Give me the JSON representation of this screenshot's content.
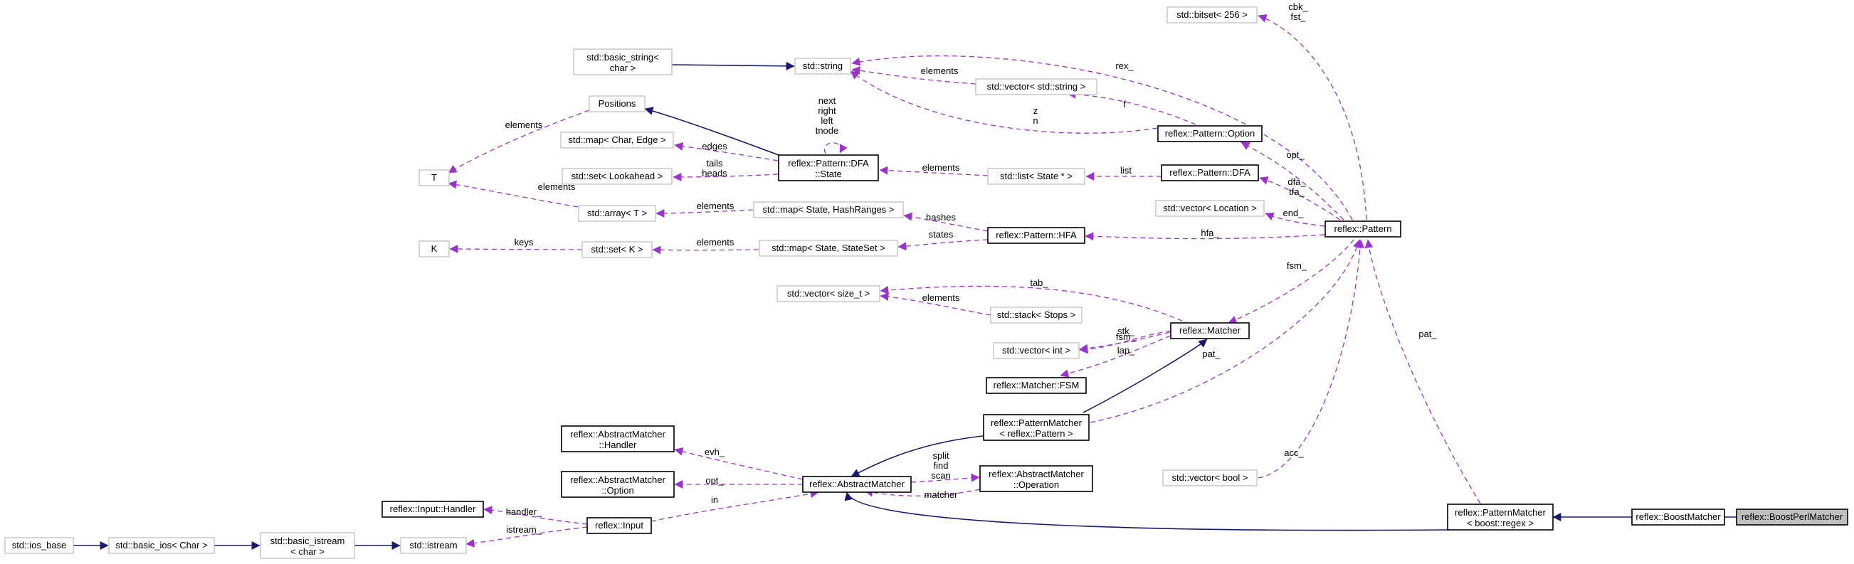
{
  "diagram": {
    "title": "",
    "nodes": [
      {
        "id": "boost_perl_matcher",
        "lines": [
          "reflex::BoostPerlMatcher"
        ],
        "style": "focus"
      },
      {
        "id": "boost_matcher",
        "lines": [
          "reflex::BoostMatcher"
        ],
        "style": "strong"
      },
      {
        "id": "pattern_matcher_regex",
        "lines": [
          "reflex::PatternMatcher",
          "< boost::regex >"
        ],
        "style": "strong"
      },
      {
        "id": "abstract_matcher",
        "lines": [
          "reflex::AbstractMatcher"
        ],
        "style": "strong"
      },
      {
        "id": "pattern_matcher_pattern",
        "lines": [
          "reflex::PatternMatcher",
          "< reflex::Pattern >"
        ],
        "style": "strong"
      },
      {
        "id": "matcher",
        "lines": [
          "reflex::Matcher"
        ],
        "style": "strong"
      },
      {
        "id": "matcher_fsm",
        "lines": [
          "reflex::Matcher::FSM"
        ],
        "style": "strong"
      },
      {
        "id": "pattern",
        "lines": [
          "reflex::Pattern"
        ],
        "style": "strong"
      },
      {
        "id": "pattern_option",
        "lines": [
          "reflex::Pattern::Option"
        ],
        "style": "strong"
      },
      {
        "id": "pattern_dfa",
        "lines": [
          "reflex::Pattern::DFA"
        ],
        "style": "strong"
      },
      {
        "id": "pattern_hfa",
        "lines": [
          "reflex::Pattern::HFA"
        ],
        "style": "strong"
      },
      {
        "id": "dfa_state",
        "lines": [
          "reflex::Pattern::DFA",
          "::State"
        ],
        "style": "strong"
      },
      {
        "id": "am_handler",
        "lines": [
          "reflex::AbstractMatcher",
          "::Handler"
        ],
        "style": "strong"
      },
      {
        "id": "am_option",
        "lines": [
          "reflex::AbstractMatcher",
          "::Option"
        ],
        "style": "strong"
      },
      {
        "id": "am_operation",
        "lines": [
          "reflex::AbstractMatcher",
          "::Operation"
        ],
        "style": "strong"
      },
      {
        "id": "input",
        "lines": [
          "reflex::Input"
        ],
        "style": "strong"
      },
      {
        "id": "input_handler",
        "lines": [
          "reflex::Input::Handler"
        ],
        "style": "strong"
      },
      {
        "id": "ios_base",
        "lines": [
          "std::ios_base"
        ],
        "style": "weak"
      },
      {
        "id": "basic_ios",
        "lines": [
          "std::basic_ios< Char >"
        ],
        "style": "weak"
      },
      {
        "id": "basic_istream",
        "lines": [
          "std::basic_istream",
          "< char >"
        ],
        "style": "weak"
      },
      {
        "id": "istream",
        "lines": [
          "std::istream"
        ],
        "style": "weak"
      },
      {
        "id": "basic_string",
        "lines": [
          "std::basic_string<",
          "char >"
        ],
        "style": "weak"
      },
      {
        "id": "string",
        "lines": [
          "std::string"
        ],
        "style": "weak"
      },
      {
        "id": "bitset",
        "lines": [
          "std::bitset< 256 >"
        ],
        "style": "weak"
      },
      {
        "id": "vector_string",
        "lines": [
          "std::vector< std::string >"
        ],
        "style": "weak"
      },
      {
        "id": "list_state",
        "lines": [
          "std::list< State * >"
        ],
        "style": "weak"
      },
      {
        "id": "vector_location",
        "lines": [
          "std::vector< Location >"
        ],
        "style": "weak"
      },
      {
        "id": "map_hashranges",
        "lines": [
          "std::map< State, HashRanges >"
        ],
        "style": "weak"
      },
      {
        "id": "map_stateset",
        "lines": [
          "std::map< State, StateSet >"
        ],
        "style": "weak"
      },
      {
        "id": "positions",
        "lines": [
          "Positions"
        ],
        "style": "weak"
      },
      {
        "id": "map_char_edge",
        "lines": [
          "std::map< Char, Edge >"
        ],
        "style": "weak"
      },
      {
        "id": "set_lookahead",
        "lines": [
          "std::set< Lookahead >"
        ],
        "style": "weak"
      },
      {
        "id": "T",
        "lines": [
          "T"
        ],
        "style": "weak"
      },
      {
        "id": "array_T",
        "lines": [
          "std::array< T >"
        ],
        "style": "weak"
      },
      {
        "id": "K",
        "lines": [
          "K"
        ],
        "style": "weak"
      },
      {
        "id": "set_K",
        "lines": [
          "std::set< K >"
        ],
        "style": "weak"
      },
      {
        "id": "vector_size_t",
        "lines": [
          "std::vector< size_t >"
        ],
        "style": "weak"
      },
      {
        "id": "stack_stops",
        "lines": [
          "std::stack< Stops >"
        ],
        "style": "weak"
      },
      {
        "id": "vector_int",
        "lines": [
          "std::vector< int >"
        ],
        "style": "weak"
      },
      {
        "id": "vector_bool",
        "lines": [
          "std::vector< bool >"
        ],
        "style": "weak"
      }
    ],
    "edges": [
      {
        "from": "boost_matcher",
        "to": "boost_perl_matcher",
        "kind": "inherit",
        "labels": []
      },
      {
        "from": "pattern_matcher_regex",
        "to": "boost_matcher",
        "kind": "inherit",
        "labels": []
      },
      {
        "from": "abstract_matcher",
        "to": "pattern_matcher_regex",
        "kind": "inherit",
        "labels": []
      },
      {
        "from": "abstract_matcher",
        "to": "pattern_matcher_pattern",
        "kind": "inherit",
        "labels": []
      },
      {
        "from": "pattern_matcher_pattern",
        "to": "matcher",
        "kind": "inherit",
        "labels": []
      },
      {
        "from": "ios_base",
        "to": "basic_ios",
        "kind": "inherit",
        "labels": []
      },
      {
        "from": "basic_ios",
        "to": "basic_istream",
        "kind": "inherit",
        "labels": []
      },
      {
        "from": "basic_istream",
        "to": "istream",
        "kind": "inherit",
        "labels": []
      },
      {
        "from": "basic_string",
        "to": "string",
        "kind": "inherit",
        "labels": []
      },
      {
        "from": "positions",
        "to": "dfa_state",
        "kind": "inherit",
        "labels": []
      },
      {
        "from": "pattern",
        "to": "pattern_matcher_regex",
        "kind": "use",
        "labels": [
          "pat_"
        ]
      },
      {
        "from": "pattern",
        "to": "pattern_matcher_pattern",
        "kind": "use",
        "labels": [
          "pat_"
        ]
      },
      {
        "from": "pattern",
        "to": "matcher",
        "kind": "use",
        "labels": [
          "fsm_"
        ]
      },
      {
        "from": "vector_bool",
        "to": "pattern",
        "kind": "use",
        "labels": [
          "acc_"
        ]
      },
      {
        "from": "bitset",
        "to": "pattern",
        "kind": "use",
        "labels": [
          "cbk_",
          "fst_"
        ]
      },
      {
        "from": "string",
        "to": "pattern",
        "kind": "use",
        "labels": [
          "rex_"
        ]
      },
      {
        "from": "pattern_option",
        "to": "pattern",
        "kind": "use",
        "labels": [
          "opt_"
        ]
      },
      {
        "from": "pattern_dfa",
        "to": "pattern",
        "kind": "use",
        "labels": [
          "dfa_",
          "tfa_"
        ]
      },
      {
        "from": "vector_location",
        "to": "pattern",
        "kind": "use",
        "labels": [
          "end_"
        ]
      },
      {
        "from": "pattern_hfa",
        "to": "pattern",
        "kind": "use",
        "labels": [
          "hfa_"
        ]
      },
      {
        "from": "string",
        "to": "vector_string",
        "kind": "use",
        "labels": [
          "elements"
        ]
      },
      {
        "from": "vector_string",
        "to": "pattern_option",
        "kind": "use",
        "labels": [
          "f"
        ]
      },
      {
        "from": "string",
        "to": "pattern_option",
        "kind": "use",
        "labels": [
          "z",
          "n"
        ]
      },
      {
        "from": "list_state",
        "to": "pattern_dfa",
        "kind": "use",
        "labels": [
          "list"
        ]
      },
      {
        "from": "dfa_state",
        "to": "list_state",
        "kind": "use",
        "labels": [
          "elements"
        ]
      },
      {
        "from": "dfa_state",
        "to": "dfa_state",
        "kind": "use",
        "labels": [
          "next",
          "right",
          "left",
          "tnode"
        ]
      },
      {
        "from": "map_char_edge",
        "to": "dfa_state",
        "kind": "use",
        "labels": [
          "edges"
        ]
      },
      {
        "from": "set_lookahead",
        "to": "dfa_state",
        "kind": "use",
        "labels": [
          "tails",
          "heads"
        ]
      },
      {
        "from": "T",
        "to": "positions",
        "kind": "use",
        "labels": [
          "elements"
        ]
      },
      {
        "from": "T",
        "to": "array_T",
        "kind": "use",
        "labels": [
          "elements"
        ]
      },
      {
        "from": "array_T",
        "to": "map_hashranges",
        "kind": "use",
        "labels": [
          "elements"
        ]
      },
      {
        "from": "map_hashranges",
        "to": "pattern_hfa",
        "kind": "use",
        "labels": [
          "hashes"
        ]
      },
      {
        "from": "map_stateset",
        "to": "pattern_hfa",
        "kind": "use",
        "labels": [
          "states"
        ]
      },
      {
        "from": "set_K",
        "to": "map_stateset",
        "kind": "use",
        "labels": [
          "elements"
        ]
      },
      {
        "from": "K",
        "to": "set_K",
        "kind": "use",
        "labels": [
          "keys"
        ]
      },
      {
        "from": "vector_size_t",
        "to": "matcher",
        "kind": "use",
        "labels": [
          "tab_"
        ]
      },
      {
        "from": "vector_size_t",
        "to": "stack_stops",
        "kind": "use",
        "labels": [
          "elements"
        ]
      },
      {
        "from": "stack_stops",
        "to": "matcher",
        "kind": "use",
        "labels": [
          "stk_"
        ]
      },
      {
        "from": "vector_int",
        "to": "matcher",
        "kind": "use",
        "labels": [
          "lap_"
        ]
      },
      {
        "from": "matcher_fsm",
        "to": "matcher",
        "kind": "use",
        "labels": [
          "fsm_"
        ]
      },
      {
        "from": "am_handler",
        "to": "abstract_matcher",
        "kind": "use",
        "labels": [
          "evh_"
        ]
      },
      {
        "from": "am_option",
        "to": "abstract_matcher",
        "kind": "use",
        "labels": [
          "opt_"
        ]
      },
      {
        "from": "abstract_matcher",
        "to": "am_operation",
        "kind": "use",
        "labels": [
          "split",
          "find",
          "scan"
        ]
      },
      {
        "from": "am_operation",
        "to": "abstract_matcher",
        "kind": "use",
        "labels": [
          "matcher"
        ]
      },
      {
        "from": "input",
        "to": "abstract_matcher",
        "kind": "use",
        "labels": [
          "in"
        ]
      },
      {
        "from": "input_handler",
        "to": "input",
        "kind": "use",
        "labels": [
          "handler_"
        ]
      },
      {
        "from": "istream",
        "to": "input",
        "kind": "use",
        "labels": [
          "istream_"
        ]
      }
    ],
    "colors": {
      "inherit": "#191970",
      "use": "#9a32cd",
      "strong_border": "#000000",
      "weak_border": "#bfbfbf",
      "focus_fill": "#bfbfbf"
    }
  }
}
